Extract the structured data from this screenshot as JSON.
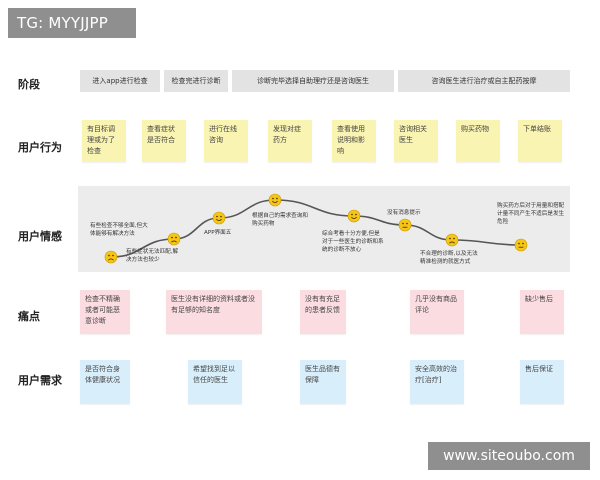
{
  "tag": "TG: MYYJJPP",
  "watermark": "www.siteoubo.com",
  "rows": {
    "stage": "阶段",
    "behavior": "用户行为",
    "emotion": "用户情感",
    "pain": "痛点",
    "need": "用户需求"
  },
  "stages": [
    "进入app进行检查",
    "检查完进行诊断",
    "诊断完毕选择自助理疗还是咨询医生",
    "咨询医生进行治疗或自主配药按摩"
  ],
  "behaviors": [
    "有目标调理或为了检查",
    "查看症状是否符合",
    "进行在线咨询",
    "发现对症药方",
    "查看使用说明和影响",
    "咨询相关医生",
    "购买药物",
    "下单结账"
  ],
  "emotions": [
    {
      "text": "有些检查不够全面,但大体能够有解决方法",
      "mood": "sad"
    },
    {
      "text": "有些症状无法匹配,解决方法也较少",
      "mood": "sad"
    },
    {
      "text": "APP界面五",
      "mood": "happy"
    },
    {
      "text": "根据自己的需求查询和购买药物",
      "mood": "happy"
    },
    {
      "text": "综合考看十分方便,但是对于一些医生的诊断和系统的诊断不放心",
      "mood": "happy"
    },
    {
      "text": "没有消息提示",
      "mood": "neutral"
    },
    {
      "text": "不合理的诊断,以及无法精准检测的就医方式",
      "mood": "sad"
    },
    {
      "text": "购买药方后对于用量和搭配计量不同产生不适后是发生危险",
      "mood": "neutral"
    }
  ],
  "pains": [
    "检查不精确或者可能恶意诊断",
    "医生没有详细的资料或者没有足够的知名度",
    "没有有充足的患者反馈",
    "几乎没有商品评论",
    "缺少售后"
  ],
  "needs": [
    "是否符合身体健康状况",
    "希望找到足以信任的医生",
    "医生品德有保障",
    "安全高效的治疗[治疗]",
    "售后保证"
  ],
  "colors": {
    "stage": "#e3e3e3",
    "behavior": "#faf4b2",
    "pain": "#fbdde1",
    "need": "#d9eefb",
    "emoji": "#f5c518",
    "curve": "#555555"
  }
}
